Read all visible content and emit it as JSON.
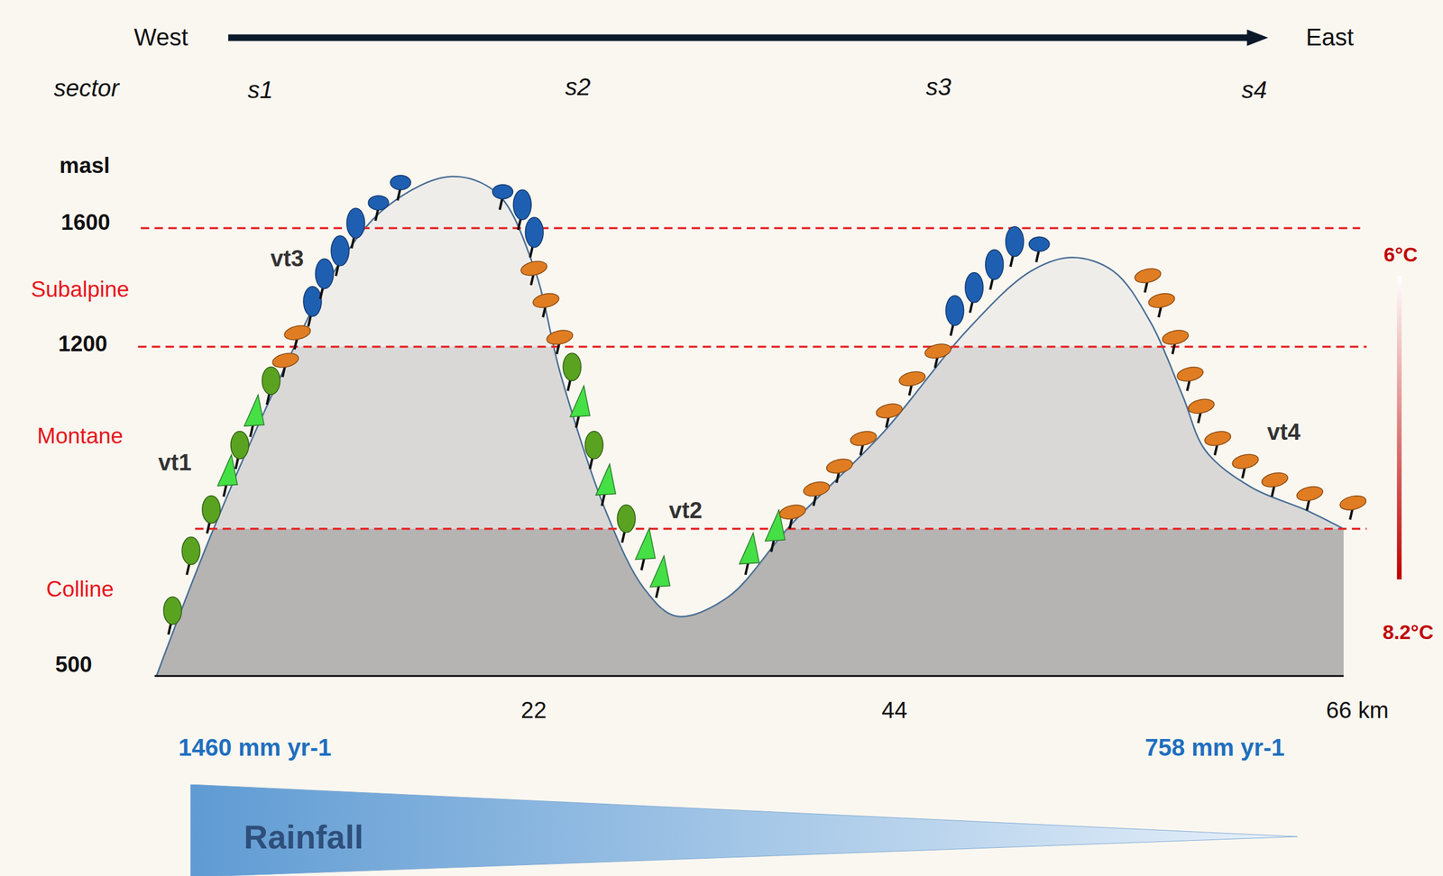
{
  "diagram": {
    "nodes": [
      {
        "text": [
          "Rainfall"
        ]
      }
    ],
    "labels": [
      "West",
      "East",
      "sector",
      "s1",
      "s2",
      "s3",
      "s4",
      "masl",
      "1600",
      "Subalpine",
      "1200",
      "Montane",
      "vt3",
      "vt1",
      "vt2",
      "vt4",
      "Colline",
      "500",
      "22",
      "44",
      "66 km",
      "6°C",
      "8.2°C",
      "1460 mm yr-1",
      "758 mm yr-1"
    ]
  }
}
